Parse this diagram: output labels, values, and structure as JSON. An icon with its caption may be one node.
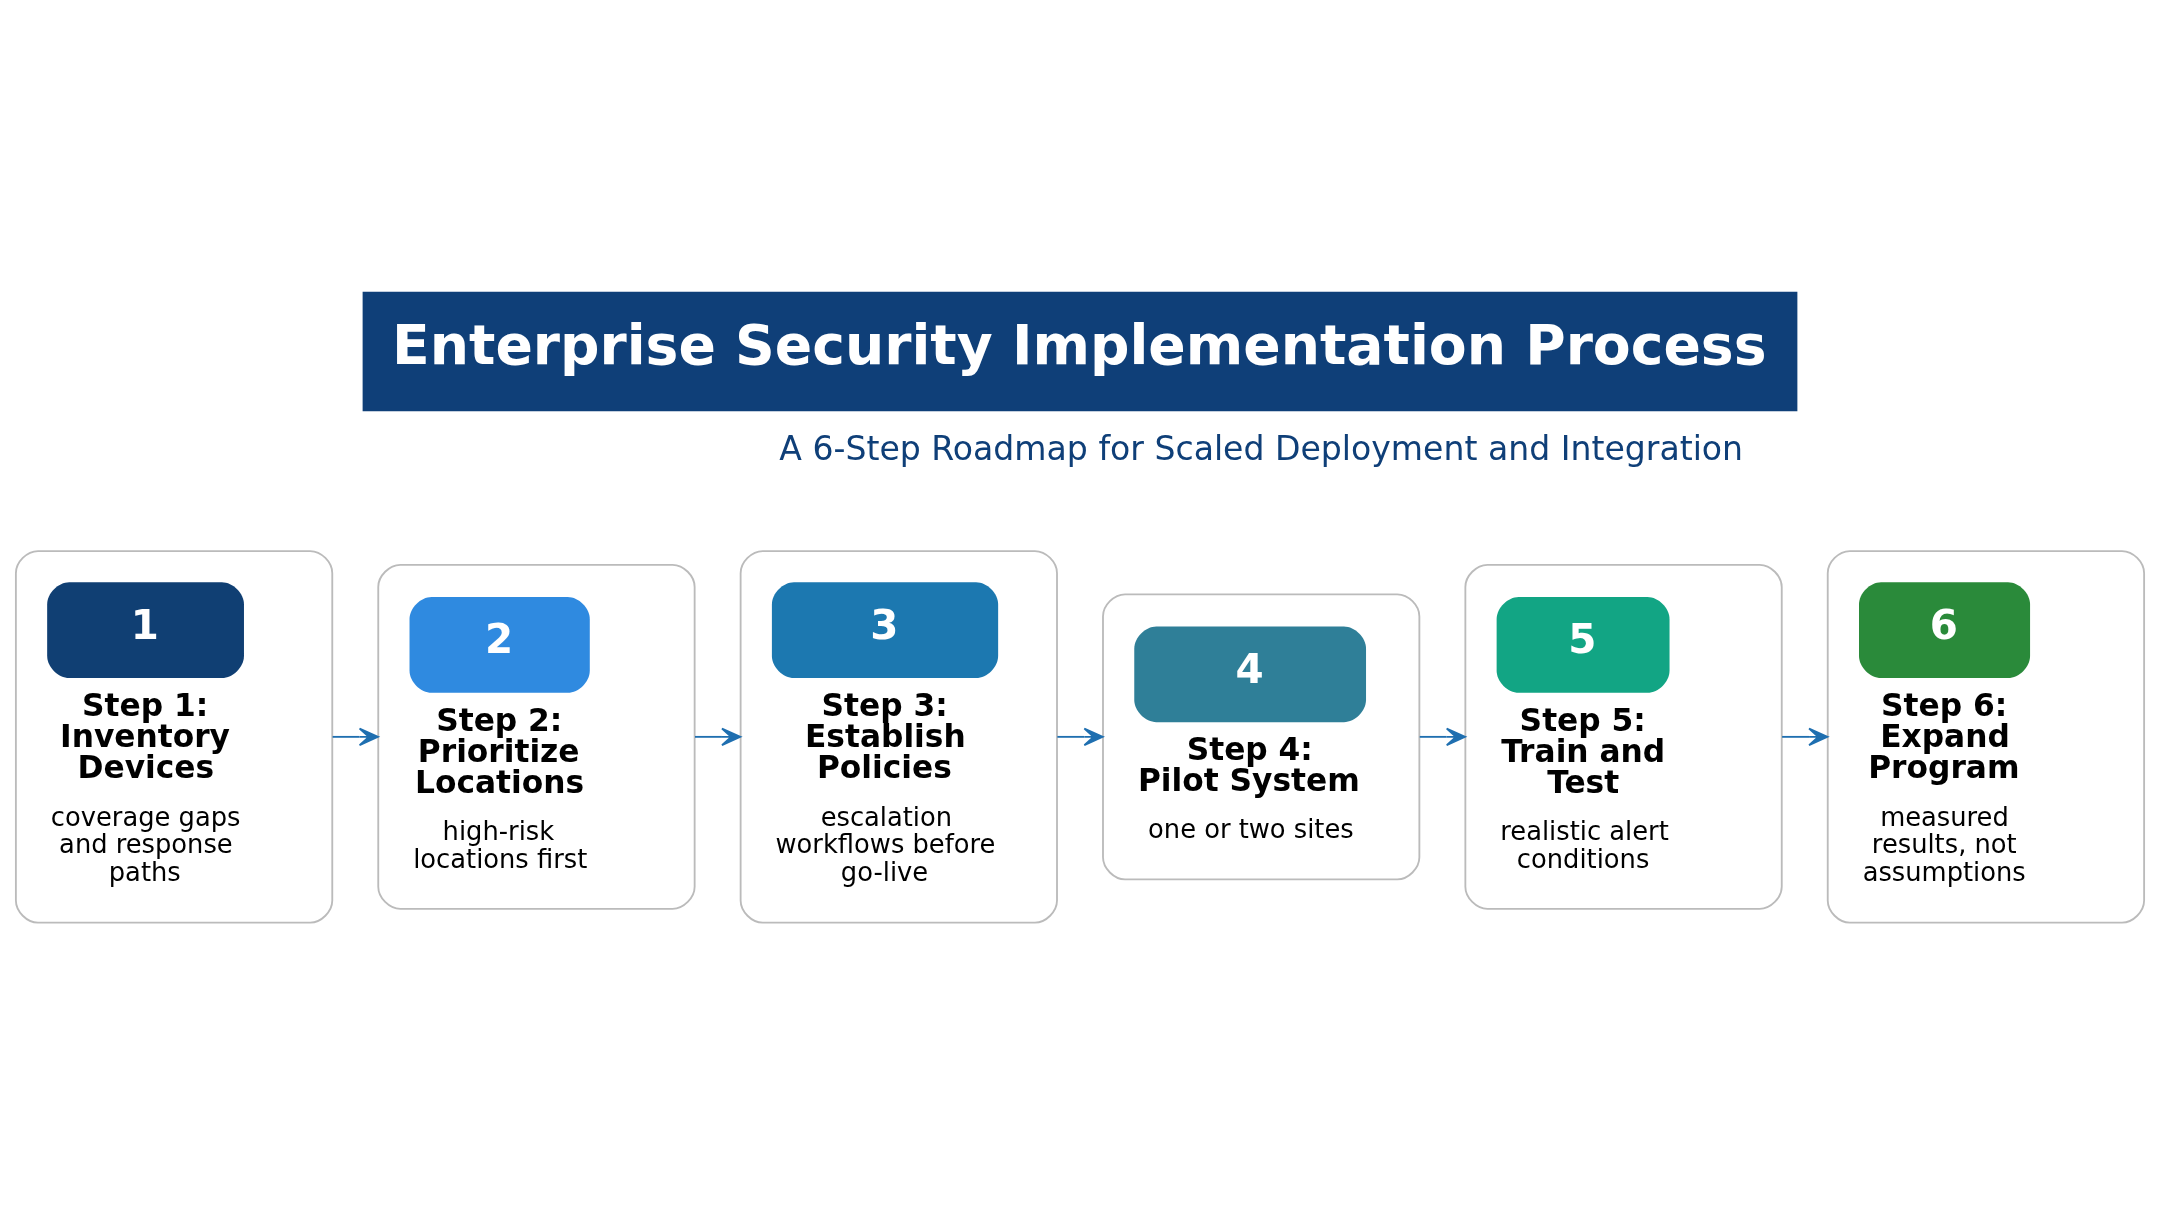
{
  "diagram": {
    "title": "Enterprise Security Implementation Process",
    "nodes": [
      {
        "text": [
          "1",
          "Step 1: Inventory Devices",
          "coverage gaps and response paths"
        ]
      },
      {
        "text": [
          "2",
          "Step 2: Prioritize Locations",
          "high-risk locations first"
        ]
      },
      {
        "text": [
          "3",
          "Step 3: Establish Policies",
          "escalation workflows before go-live"
        ]
      },
      {
        "text": [
          "4",
          "Step 4: Pilot System",
          "one or two sites"
        ]
      },
      {
        "text": [
          "5",
          "Step 5: Train and Test",
          "realistic alert conditions"
        ]
      },
      {
        "text": [
          "6",
          "Step 6: Expand Program",
          "measured results, not assumptions"
        ]
      }
    ],
    "edges": [
      {
        "from": 0,
        "to": 1,
        "arrow": "to"
      },
      {
        "from": 1,
        "to": 2,
        "arrow": "to"
      },
      {
        "from": 2,
        "to": 3,
        "arrow": "to"
      },
      {
        "from": 3,
        "to": 4,
        "arrow": "to"
      },
      {
        "from": 4,
        "to": 5,
        "arrow": "to"
      }
    ],
    "labels": [
      "A 6-Step Roadmap for Scaled Deployment and Integration"
    ]
  }
}
